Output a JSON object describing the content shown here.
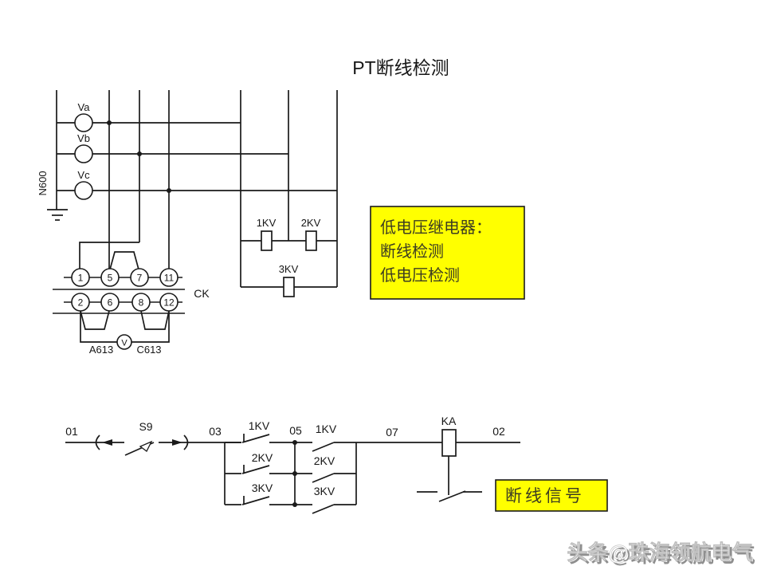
{
  "title": "PT断线检测",
  "colors": {
    "highlight": "#ffff00",
    "line": "#1a1a1a",
    "note_text": "#3c3c22"
  },
  "bus": {
    "neutral": "N600",
    "phases": [
      "Va",
      "Vb",
      "Vc"
    ]
  },
  "relays": {
    "r1": "1KV",
    "r2": "2KV",
    "r3": "3KV"
  },
  "terminal_block": {
    "name": "CK",
    "row1": [
      "1",
      "5",
      "7",
      "11"
    ],
    "row2": [
      "2",
      "6",
      "8",
      "12"
    ],
    "meter": "V",
    "wire_a": "A613",
    "wire_c": "C613"
  },
  "note_box": {
    "line1": "低电压继电器：",
    "line2": "断线检测",
    "line3": "低电压检测"
  },
  "ladder": {
    "n01": "01",
    "s9": "S9",
    "n03": "03",
    "n05": "05",
    "n07": "07",
    "n02": "02",
    "left_contacts": [
      "1KV",
      "2KV",
      "3KV"
    ],
    "right_contacts": [
      "1KV",
      "2KV",
      "3KV"
    ],
    "relay_coil": "KA"
  },
  "signal_box": "断线信号",
  "watermark": "头条@珠海领航电气"
}
